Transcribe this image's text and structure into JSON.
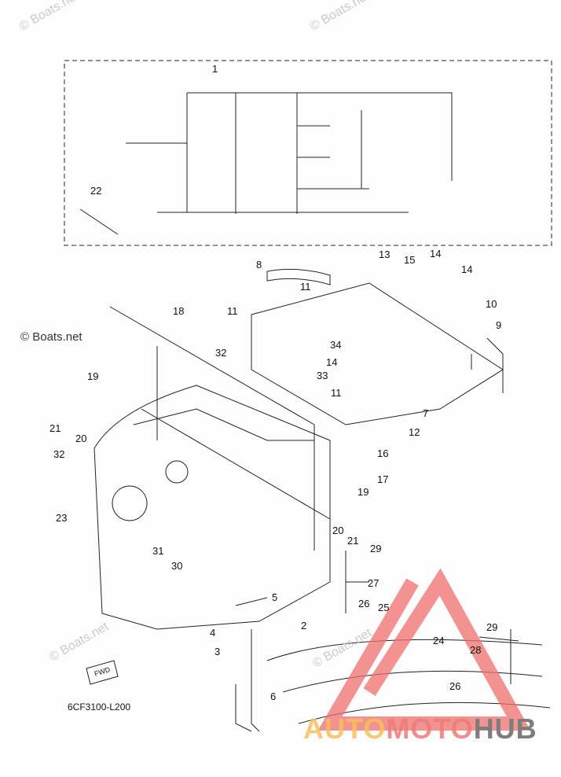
{
  "watermarks": [
    "© Boats.net",
    "© Boats.net",
    "© Boats.net",
    "© Boats.net",
    "© Boats.net"
  ],
  "part_code": "6CF3100-L200",
  "fwd_label": "FWD",
  "logo": {
    "part1": "AUTO",
    "part2": "MOTO",
    "part3": "HUB",
    "colors": {
      "auto": "#f9bf5e",
      "moto": "#ef7b7b",
      "hub": "#7d7d7d",
      "triangle": "#ef6e6e"
    }
  },
  "callouts": [
    "1",
    "22",
    "8",
    "13",
    "15",
    "14",
    "14",
    "10",
    "9",
    "18",
    "11",
    "11",
    "32",
    "34",
    "33",
    "14",
    "11",
    "7",
    "12",
    "19",
    "21",
    "20",
    "32",
    "23",
    "16",
    "17",
    "19",
    "20",
    "21",
    "29",
    "31",
    "30",
    "27",
    "5",
    "26",
    "25",
    "2",
    "4",
    "3",
    "24",
    "28",
    "29",
    "26",
    "6"
  ]
}
